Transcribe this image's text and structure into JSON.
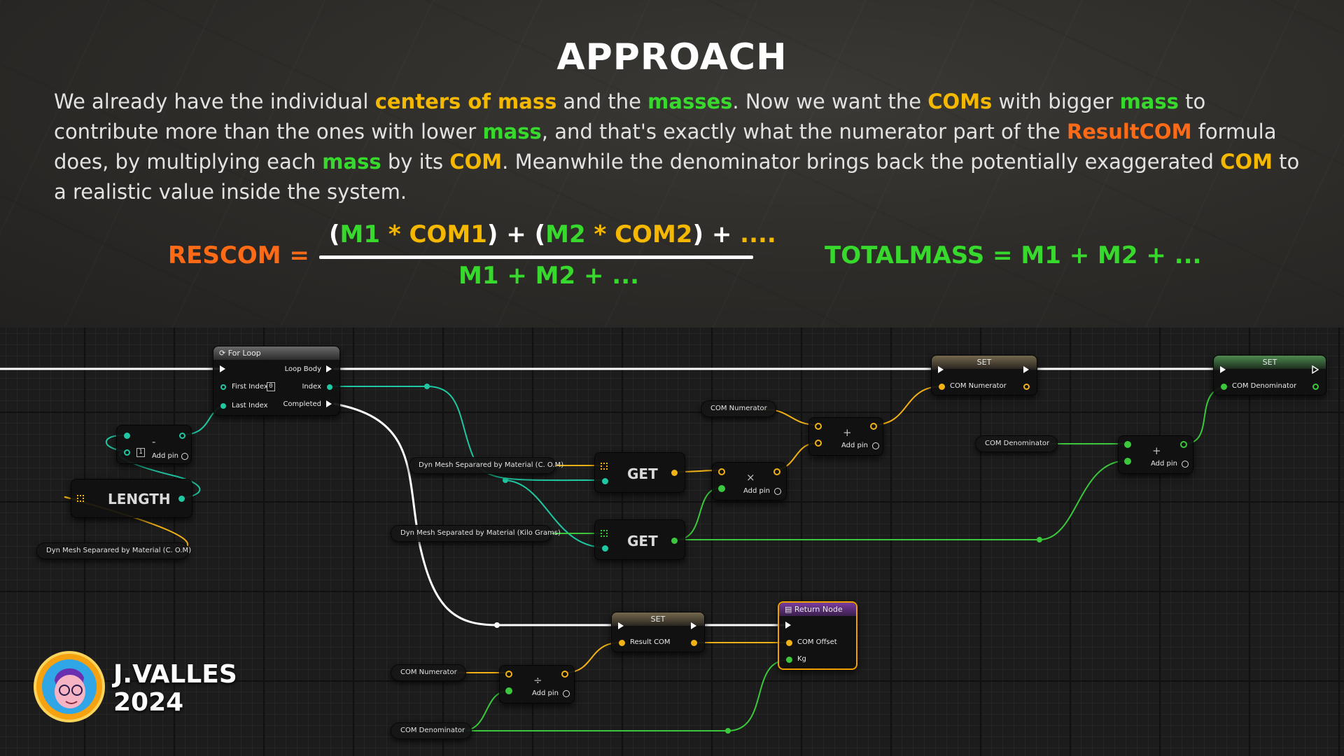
{
  "title": "APPROACH",
  "paragraph": {
    "s1": "We already have the individual ",
    "h1": "centers of mass",
    "s2": " and the ",
    "h2": "masses",
    "s3": ". Now we want the ",
    "h3": "COMs",
    "s4": " with bigger ",
    "h4": "mass",
    "s5": " to contribute more than the ones with lower ",
    "h5": "mass",
    "s6": ", and that's exactly what the numerator part of the ",
    "h6": "ResultCOM",
    "s7": " formula does, by multiplying each ",
    "h7": "mass",
    "s8": " by its ",
    "h8": "COM",
    "s9": ".  Meanwhile the denominator brings back the potentially exaggerated ",
    "h9": "COM",
    "s10": " to a realistic value inside the system."
  },
  "formula": {
    "lhs": "RESCOM =",
    "num": {
      "p1": "(",
      "m1": "M1",
      "star1": " * ",
      "c1": "COM1",
      "p2": ") + (",
      "m2": "M2",
      "star2": " * ",
      "c2": "COM2",
      "p3": ") + ",
      "dots": "...."
    },
    "den": "M1 + M2 + ...",
    "total": "TOTALMASS = M1 + M2 + ..."
  },
  "graph": {
    "for_loop": {
      "title": "For Loop",
      "first_index_label": "First Index",
      "first_index_value": "0",
      "last_index_label": "Last Index",
      "loop_body_label": "Loop Body",
      "index_label": "Index",
      "completed_label": "Completed"
    },
    "subtract": {
      "op": "-",
      "value": "1",
      "add_pin": "Add pin"
    },
    "length": {
      "title": "LENGTH"
    },
    "var_com_array_left": "Dyn Mesh Separared by Material (C. O.M)",
    "var_com_array": "Dyn Mesh Separared by Material (C. O.M)",
    "var_kg_array": "Dyn Mesh Separated by Material (Kilo Grams)",
    "get1": "GET",
    "get2": "GET",
    "multiply": {
      "op": "×",
      "add_pin": "Add pin"
    },
    "add_num": {
      "op": "+",
      "add_pin": "Add pin"
    },
    "add_den": {
      "op": "+",
      "add_pin": "Add pin"
    },
    "divide": {
      "op": "÷",
      "add_pin": "Add pin"
    },
    "var_com_numerator": "COM Numerator",
    "var_com_denominator": "COM Denominator",
    "var_com_numerator_2": "COM Numerator",
    "var_com_denominator_2": "COM Denominator",
    "set_numerator": {
      "title": "SET",
      "pin": "COM Numerator"
    },
    "set_denominator": {
      "title": "SET",
      "pin": "COM Denominator"
    },
    "set_result": {
      "title": "SET",
      "pin": "Result COM"
    },
    "return_node": {
      "title": "Return Node",
      "pin1": "COM Offset",
      "pin2": "Kg"
    }
  },
  "colors": {
    "exec_wire": "#ffffff",
    "int_wire": "#1fc8a2",
    "vector_wire": "#f2b215",
    "float_wire": "#3cc83c",
    "highlight_yellow": "#f5b800",
    "highlight_green": "#36d92c",
    "highlight_orange": "#ff6a16"
  },
  "author": {
    "name": "J.VALLES",
    "year": "2024"
  }
}
